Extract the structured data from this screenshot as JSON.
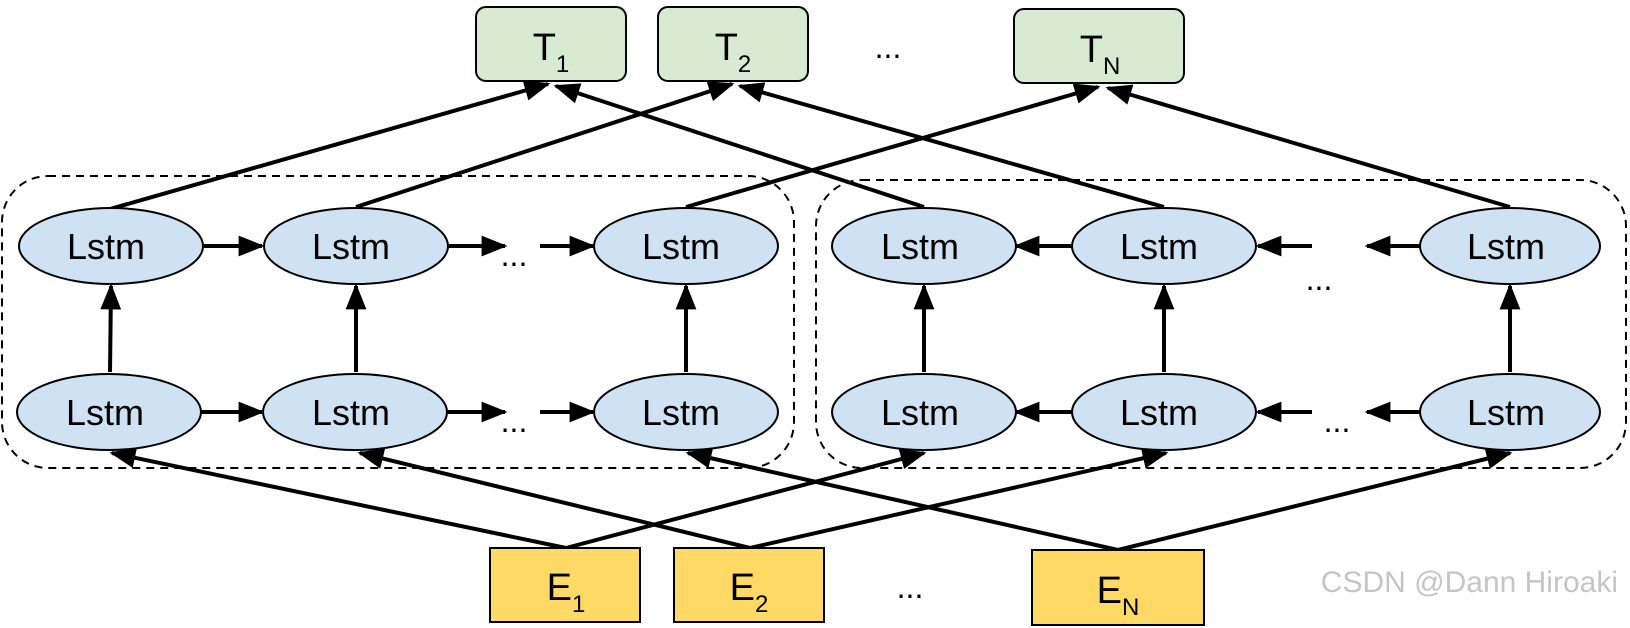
{
  "outputs": [
    {
      "id": "t1",
      "label": "T",
      "sub": "1"
    },
    {
      "id": "t2",
      "label": "T",
      "sub": "2"
    },
    {
      "id": "tn",
      "label": "T",
      "sub": "N"
    }
  ],
  "inputs": [
    {
      "id": "e1",
      "label": "E",
      "sub": "1"
    },
    {
      "id": "e2",
      "label": "E",
      "sub": "2"
    },
    {
      "id": "en",
      "label": "E",
      "sub": "N"
    }
  ],
  "node_label": "Lstm",
  "ellipsis": "...",
  "watermark": "CSDN @Dann Hiroaki",
  "colors": {
    "output_fill": "#d9ead3",
    "input_fill": "#ffd966",
    "node_fill": "#cfe2f3",
    "stroke": "#000000"
  }
}
